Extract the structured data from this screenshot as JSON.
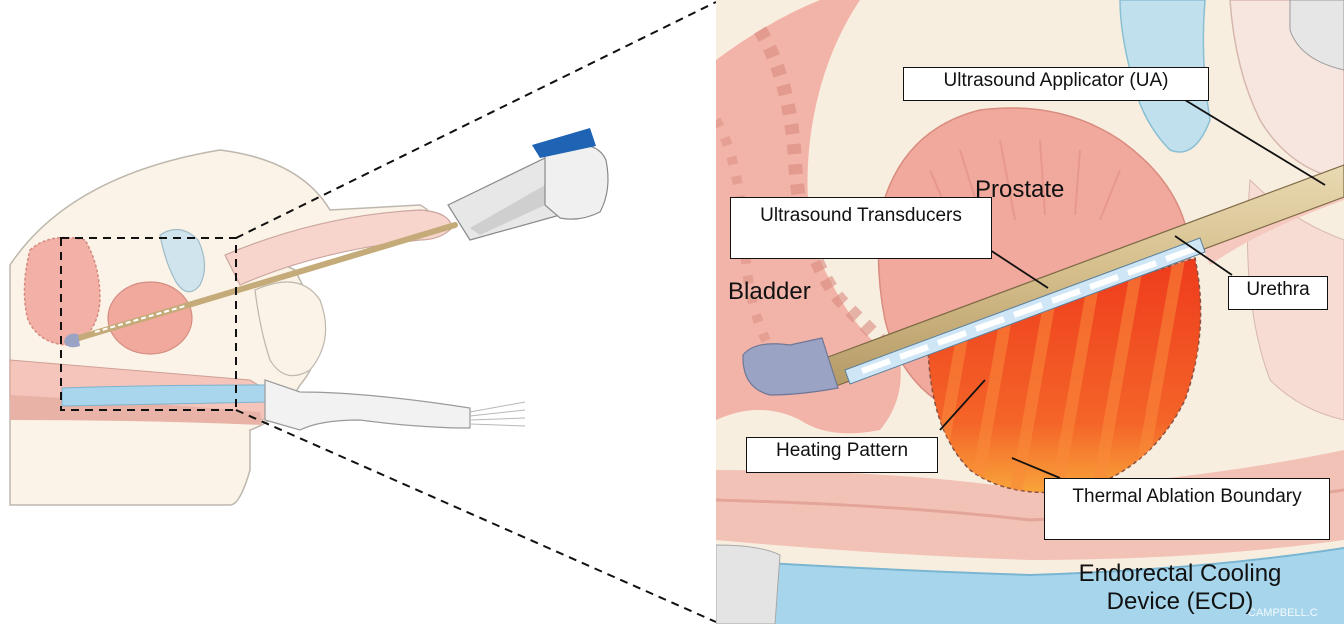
{
  "labels": {
    "ultrasound_applicator": "Ultrasound Applicator (UA)",
    "ultrasound_transducers": "Ultrasound Transducers",
    "urethra": "Urethra",
    "heating_pattern": "Heating Pattern",
    "thermal_ablation_boundary": "Thermal Ablation Boundary",
    "prostate": "Prostate",
    "bladder": "Bladder",
    "endorectal_cooling_device": "Endorectal Cooling Device (ECD)"
  },
  "watermark": "CAMPBELL.C",
  "colors": {
    "tissue_bg": "#f8eedf",
    "tissue_pink": "#f3b3a8",
    "prostate_pink": "#f0a89c",
    "ecd_blue": "#a7d6ec",
    "applicator_tan": "#d8c394",
    "heating_red": "#f04a22",
    "heating_orange": "#f79a2e",
    "tip_purple": "#9aa3c4",
    "transducer_blue": "#cfe6f6"
  }
}
